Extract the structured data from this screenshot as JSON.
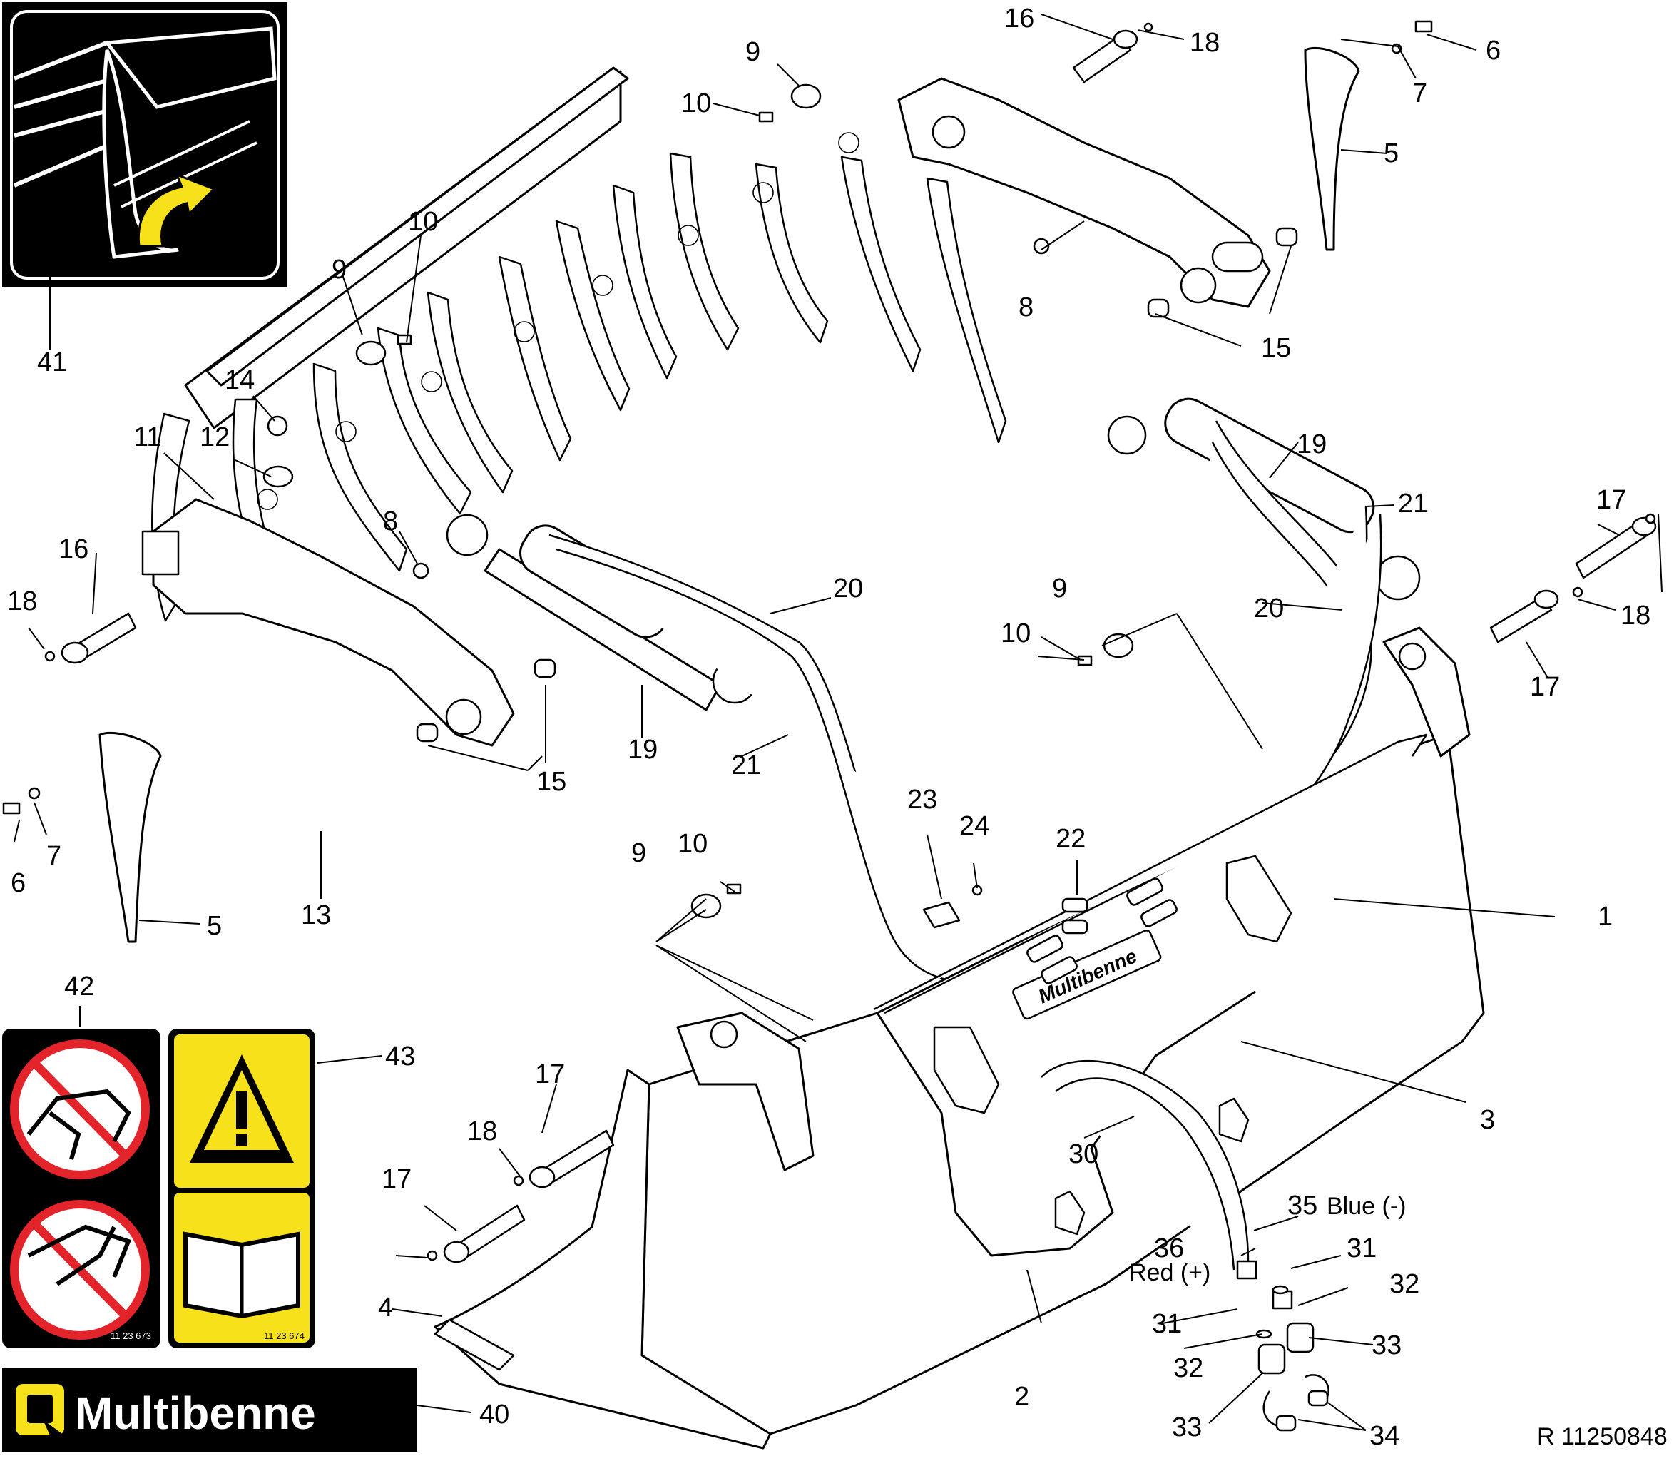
{
  "brand": {
    "name": "Multibenne",
    "trademark": "™",
    "bucket_plate": "Multibenne"
  },
  "drawing_ref": "R 11250848",
  "decal_codes": {
    "warning_left": "11 23 673",
    "warning_right": "11 23 674"
  },
  "hose_labels": {
    "blue": "Blue (-)",
    "red": "Red (+)"
  },
  "callouts": [
    {
      "n": "1"
    },
    {
      "n": "2"
    },
    {
      "n": "3"
    },
    {
      "n": "4"
    },
    {
      "n": "5"
    },
    {
      "n": "5"
    },
    {
      "n": "6"
    },
    {
      "n": "6"
    },
    {
      "n": "7"
    },
    {
      "n": "7"
    },
    {
      "n": "8"
    },
    {
      "n": "8"
    },
    {
      "n": "9"
    },
    {
      "n": "9"
    },
    {
      "n": "9"
    },
    {
      "n": "9"
    },
    {
      "n": "10"
    },
    {
      "n": "10"
    },
    {
      "n": "10"
    },
    {
      "n": "10"
    },
    {
      "n": "11"
    },
    {
      "n": "12"
    },
    {
      "n": "13"
    },
    {
      "n": "14"
    },
    {
      "n": "15"
    },
    {
      "n": "15"
    },
    {
      "n": "16"
    },
    {
      "n": "16"
    },
    {
      "n": "17"
    },
    {
      "n": "17"
    },
    {
      "n": "17"
    },
    {
      "n": "17"
    },
    {
      "n": "18"
    },
    {
      "n": "18"
    },
    {
      "n": "18"
    },
    {
      "n": "18"
    },
    {
      "n": "19"
    },
    {
      "n": "19"
    },
    {
      "n": "20"
    },
    {
      "n": "20"
    },
    {
      "n": "21"
    },
    {
      "n": "21"
    },
    {
      "n": "22"
    },
    {
      "n": "23"
    },
    {
      "n": "24"
    },
    {
      "n": "30"
    },
    {
      "n": "31"
    },
    {
      "n": "31"
    },
    {
      "n": "32"
    },
    {
      "n": "32"
    },
    {
      "n": "33"
    },
    {
      "n": "33"
    },
    {
      "n": "34"
    },
    {
      "n": "35"
    },
    {
      "n": "36"
    },
    {
      "n": "40"
    },
    {
      "n": "41"
    },
    {
      "n": "42"
    },
    {
      "n": "43"
    }
  ],
  "colors": {
    "decal_yellow": "#F7E11B",
    "line": "#000000",
    "background": "#FFFFFF"
  }
}
